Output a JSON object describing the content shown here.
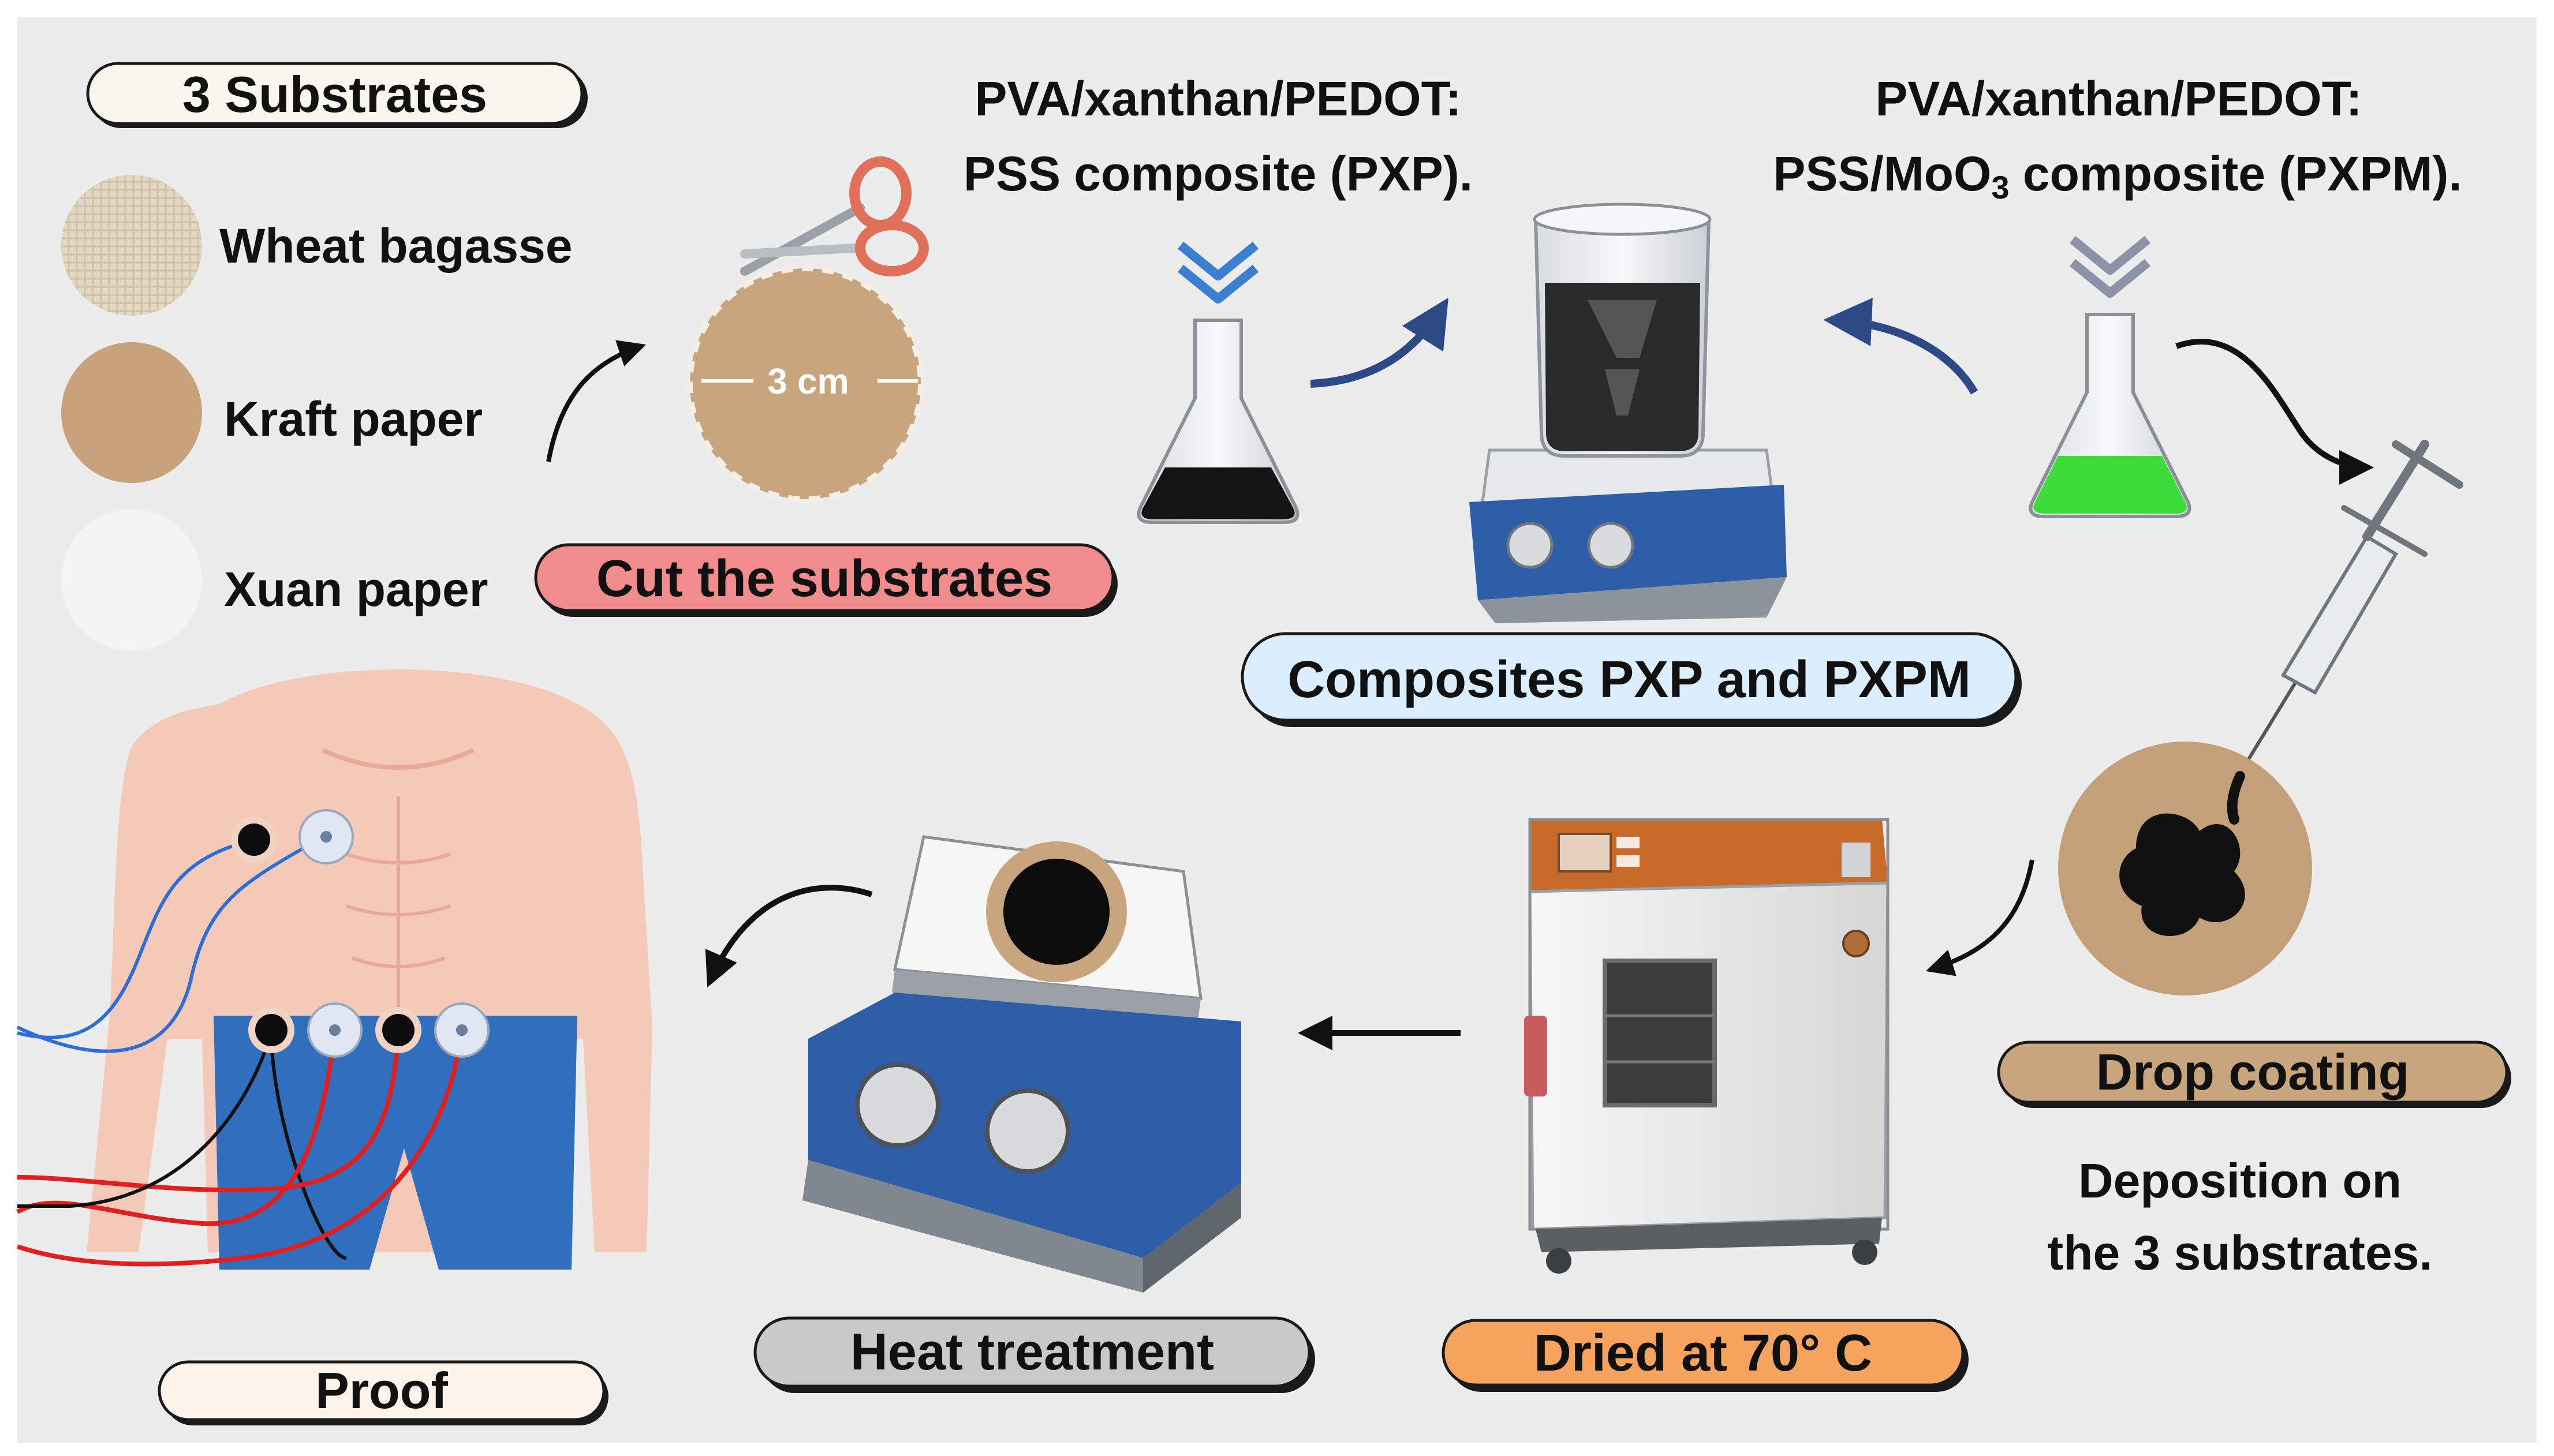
{
  "substrates": {
    "badge": "3 Substrates",
    "items": [
      {
        "label": "Wheat bagasse",
        "swatch": "#e2d8c4"
      },
      {
        "label": "Kraft paper",
        "swatch": "#c7a27a"
      },
      {
        "label": "Xuan paper",
        "swatch": "#f4f4f4"
      }
    ]
  },
  "cut": {
    "dimension": "3 cm",
    "label": "Cut the substrates",
    "color": "#f08c8c"
  },
  "pxp": {
    "line1": "PVA/xanthan/PEDOT:",
    "line2": "PSS composite (PXP)."
  },
  "pxpm": {
    "line1": "PVA/xanthan/PEDOT:",
    "line2_prefix": "PSS/MoO",
    "line2_sub": "3",
    "line2_suffix": " composite (PXPM)."
  },
  "composites": {
    "label": "Composites PXP and PXPM",
    "color": "#dbeefe"
  },
  "drop": {
    "label": "Drop coating",
    "color": "#c9a57e",
    "desc_line1": "Deposition on",
    "desc_line2": "the 3 substrates."
  },
  "dried": {
    "label": "Dried at 70° C",
    "color": "#f6a35e"
  },
  "heat": {
    "label": "Heat treatment",
    "color": "#c9c9c9"
  },
  "proof": {
    "label": "Proof",
    "color": "#fdf3ea"
  },
  "colors": {
    "background": "#ececec",
    "pxp_liquid": "#141414",
    "pxpm_liquid": "#3ddc3a",
    "hotplate_base": "#2f5ea8",
    "oven_top": "#c76a2a",
    "skin": "#f6c7b4",
    "shorts": "#2f6fbd",
    "arrow_blue": "#2e4a86",
    "chevron_blue": "#3a7fd0",
    "chevron_grey": "#8c93a8"
  }
}
